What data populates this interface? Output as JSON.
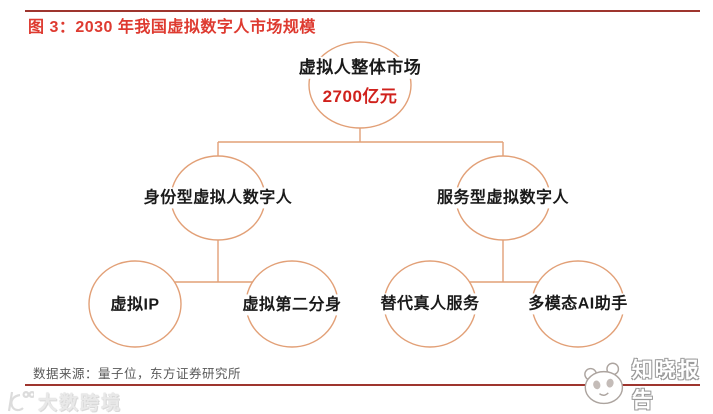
{
  "figure": {
    "title": "图 3：2030 年我国虚拟数字人市场规模",
    "source_note": "数据来源：量子位，东方证券研究所"
  },
  "tree": {
    "root": {
      "label": "虚拟人整体市场",
      "value": "2700亿元"
    },
    "branches": [
      {
        "label": "身份型虚拟人数字人",
        "children": [
          {
            "label": "虚拟IP"
          },
          {
            "label": "虚拟第二分身"
          }
        ]
      },
      {
        "label": "服务型虚拟数字人",
        "children": [
          {
            "label": "替代真人服务"
          },
          {
            "label": "多模态AI助手"
          }
        ]
      }
    ]
  },
  "watermarks": {
    "bottom_left": {
      "icon": "logo-icon",
      "label": "大数跨境"
    },
    "bottom_right": {
      "icon": "panda-icon",
      "label": "知晓报告"
    }
  },
  "colors": {
    "title_red": "#DE3A30",
    "rule_red": "#9E352E",
    "value_red": "#D0211C",
    "node_stroke": "#E2A077",
    "label_dark": "#1A1A1A",
    "source_gray": "#595959"
  }
}
